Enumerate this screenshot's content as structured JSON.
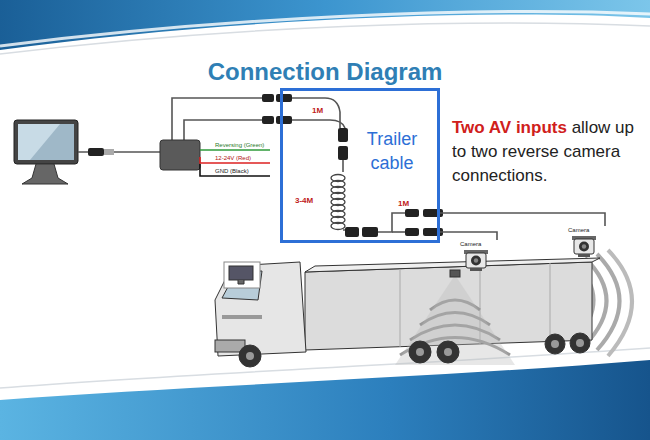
{
  "diagram": {
    "title": "Connection Diagram",
    "nodes": [
      {
        "text": [
          "Trailer cable"
        ]
      },
      {
        "text": [
          "Camera"
        ]
      },
      {
        "text": [
          "Camera"
        ]
      }
    ],
    "edges": [
      {
        "from": 0,
        "to": 1,
        "arrow": "none"
      },
      {
        "from": 0,
        "to": 2,
        "arrow": "none"
      }
    ],
    "labels": [
      "Reversing (Green)",
      "12-24V (Red)",
      "GND (Black)",
      "1M",
      "3-4M",
      "1M",
      "Two AV inputs",
      "allow up to two reverse camera connections."
    ]
  }
}
